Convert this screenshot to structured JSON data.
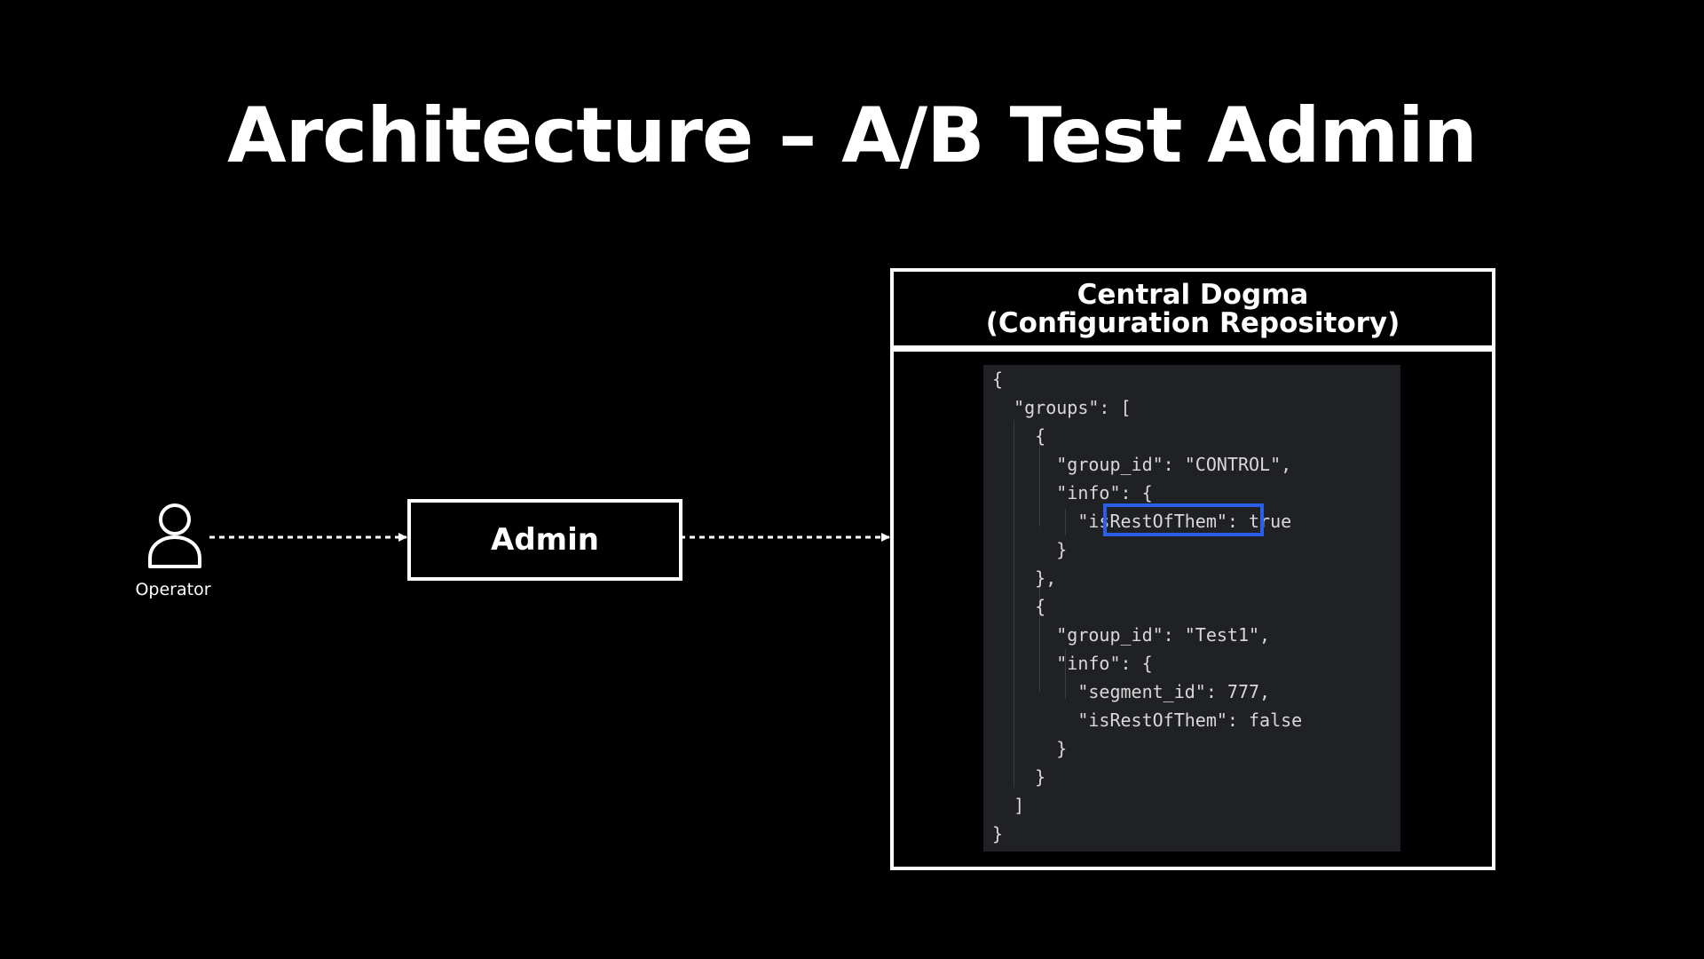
{
  "title": "Architecture – A/B Test Admin",
  "operator": {
    "label": "Operator",
    "icon": "person-icon"
  },
  "admin": {
    "label": "Admin"
  },
  "central_dogma": {
    "title_line1": "Central Dogma",
    "title_line2": "(Configuration Repository)"
  },
  "code": {
    "lines": [
      "{",
      "  \"groups\": [",
      "    {",
      "      \"group_id\": \"CONTROL\",",
      "      \"info\": {",
      "        \"isRestOfThem\": true",
      "      }",
      "    },",
      "    {",
      "      \"group_id\": \"Test1\",",
      "      \"info\": {",
      "        \"segment_id\": 777,",
      "        \"isRestOfThem\": false",
      "      }",
      "    }",
      "  ]",
      "}"
    ],
    "highlighted_key": "isRestOfThem"
  },
  "colors": {
    "background": "#000000",
    "foreground": "#ffffff",
    "code_background": "#202124",
    "highlight": "#2a5fe8"
  }
}
